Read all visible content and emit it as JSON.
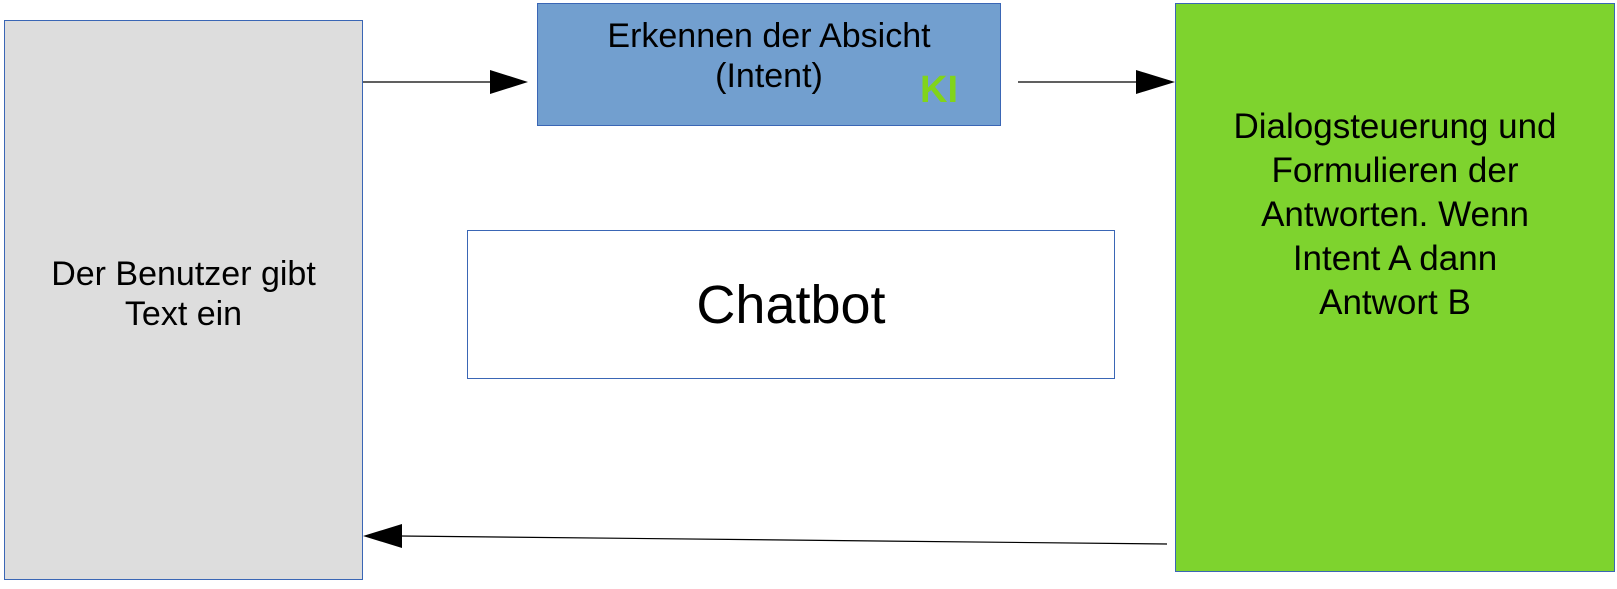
{
  "colors": {
    "user_box": "#dddddd",
    "intent_box": "#729fcf",
    "chatbot_box": "#ffffff",
    "dialog_box": "#7ed32e",
    "ki_text": "#81d41a",
    "border": "#3a66b5",
    "arrow": "#000000"
  },
  "user_input": {
    "lines": [
      "Der Benutzer gibt",
      "Text ein"
    ]
  },
  "intent_recognition": {
    "lines": [
      "Erkennen der Absicht",
      "(Intent)"
    ],
    "badge": "KI"
  },
  "chatbot": {
    "label": "Chatbot"
  },
  "dialog_control": {
    "lines": [
      "Dialogsteuerung und",
      "Formulieren der",
      "Antworten. Wenn",
      "Intent A dann",
      "Antwort B"
    ]
  }
}
